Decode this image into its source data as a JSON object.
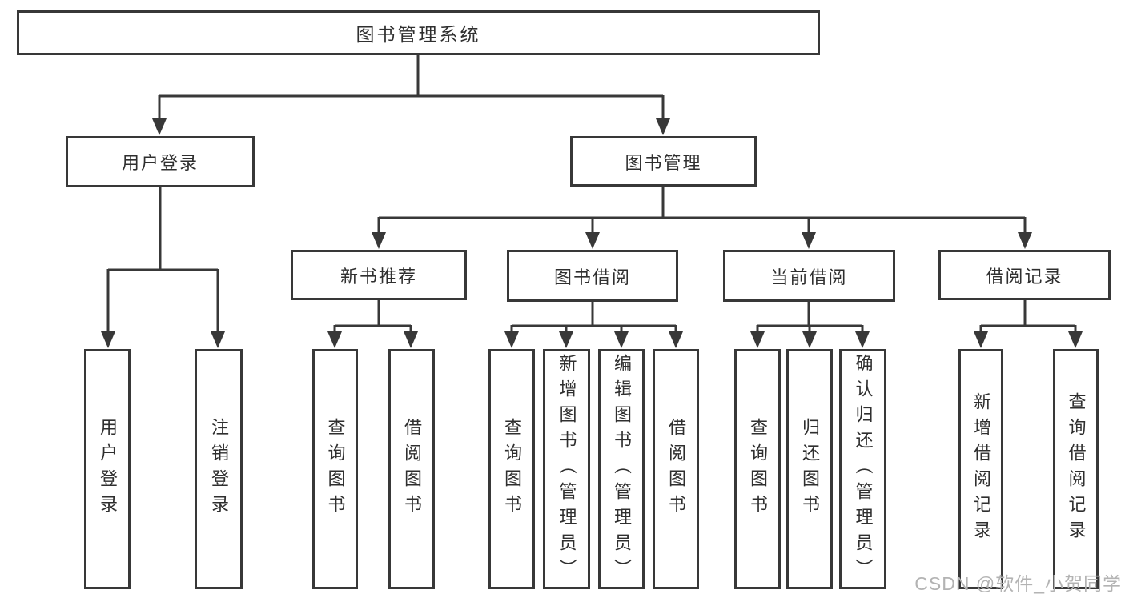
{
  "title": "图书管理系统",
  "colors": {
    "background": "#ffffff",
    "box_border": "#383838",
    "line": "#383838",
    "text": "#2f2f2f",
    "watermark": "#b3b3b3"
  },
  "diagram": {
    "type": "hierarchy-tree",
    "root": {
      "label": "图书管理系统",
      "children": [
        {
          "label": "用户登录",
          "children": [
            {
              "label": "用户登录"
            },
            {
              "label": "注销登录"
            }
          ]
        },
        {
          "label": "图书管理",
          "children": [
            {
              "label": "新书推荐",
              "children": [
                {
                  "label": "查询图书"
                },
                {
                  "label": "借阅图书"
                }
              ]
            },
            {
              "label": "图书借阅",
              "children": [
                {
                  "label": "查询图书"
                },
                {
                  "label": "新增图书（管理员）"
                },
                {
                  "label": "编辑图书（管理员）"
                },
                {
                  "label": "借阅图书"
                }
              ]
            },
            {
              "label": "当前借阅",
              "children": [
                {
                  "label": "查询图书"
                },
                {
                  "label": "归还图书"
                },
                {
                  "label": "确认归还（管理员）"
                }
              ]
            },
            {
              "label": "借阅记录",
              "children": [
                {
                  "label": "新增借阅记录"
                },
                {
                  "label": "查询借阅记录"
                }
              ]
            }
          ]
        }
      ]
    }
  },
  "watermark": {
    "text": "CSDN @软件_小贺同学"
  }
}
